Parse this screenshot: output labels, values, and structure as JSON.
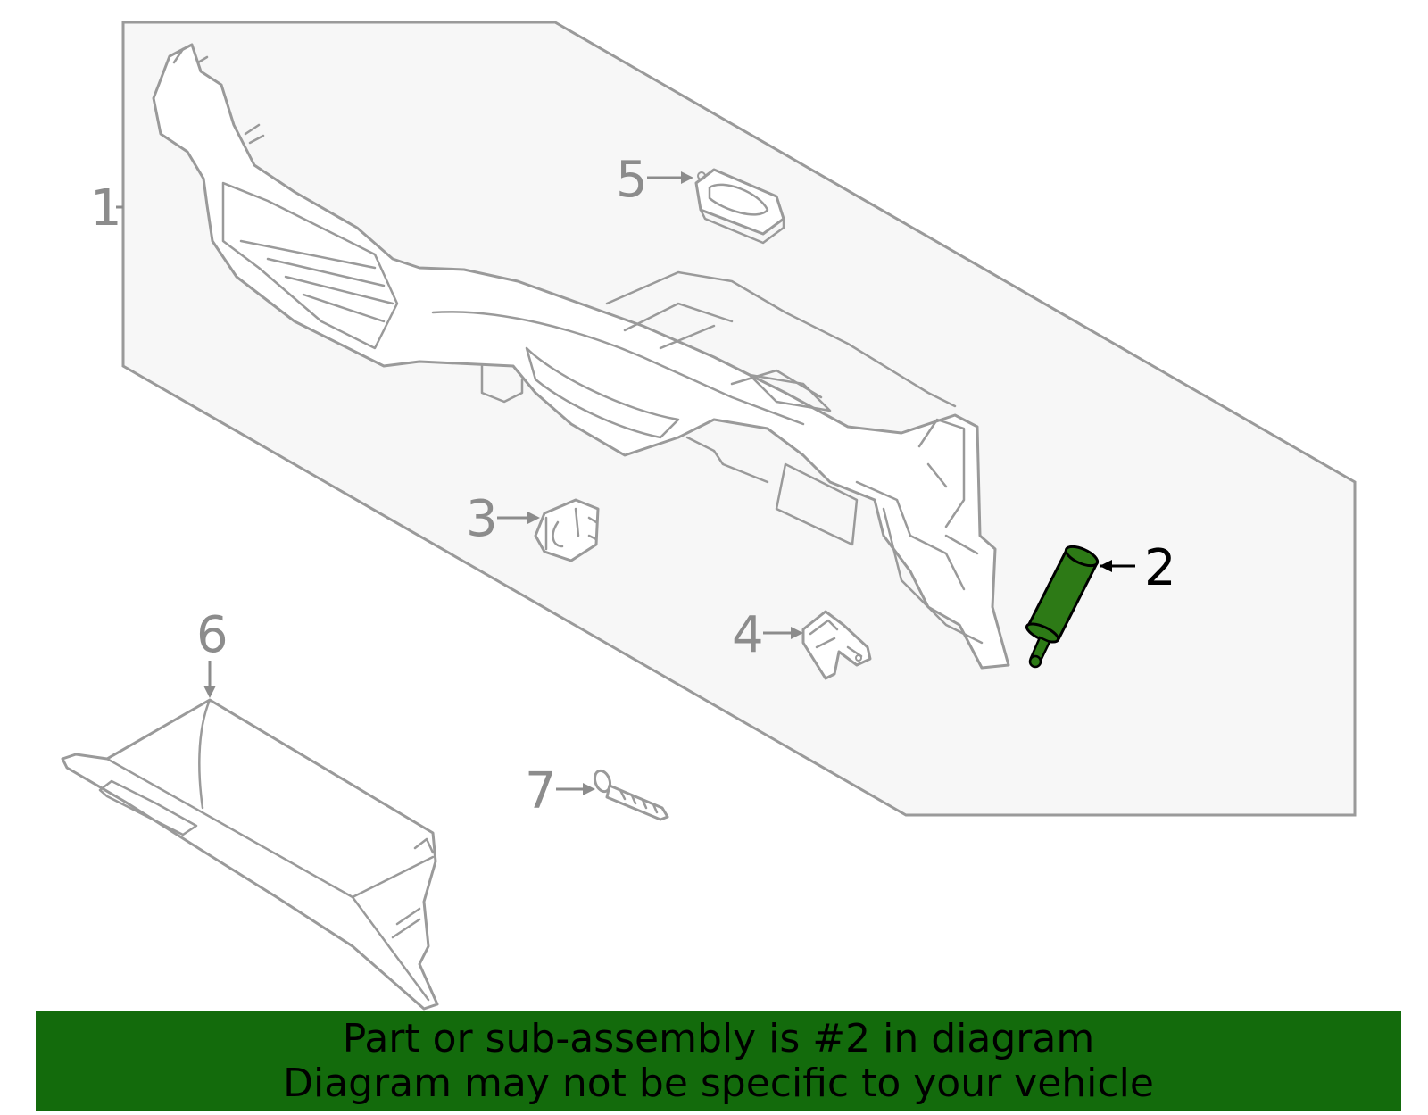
{
  "callouts": [
    {
      "number": "1",
      "highlighted": false
    },
    {
      "number": "2",
      "highlighted": true
    },
    {
      "number": "3",
      "highlighted": false
    },
    {
      "number": "4",
      "highlighted": false
    },
    {
      "number": "5",
      "highlighted": false
    },
    {
      "number": "6",
      "highlighted": false
    },
    {
      "number": "7",
      "highlighted": false
    }
  ],
  "highlight_color": "#2d7a16",
  "banner": {
    "background_color": "#136b0c",
    "line1": "Part or sub-assembly is #2 in diagram",
    "line2": "Diagram may not be specific to your vehicle"
  }
}
